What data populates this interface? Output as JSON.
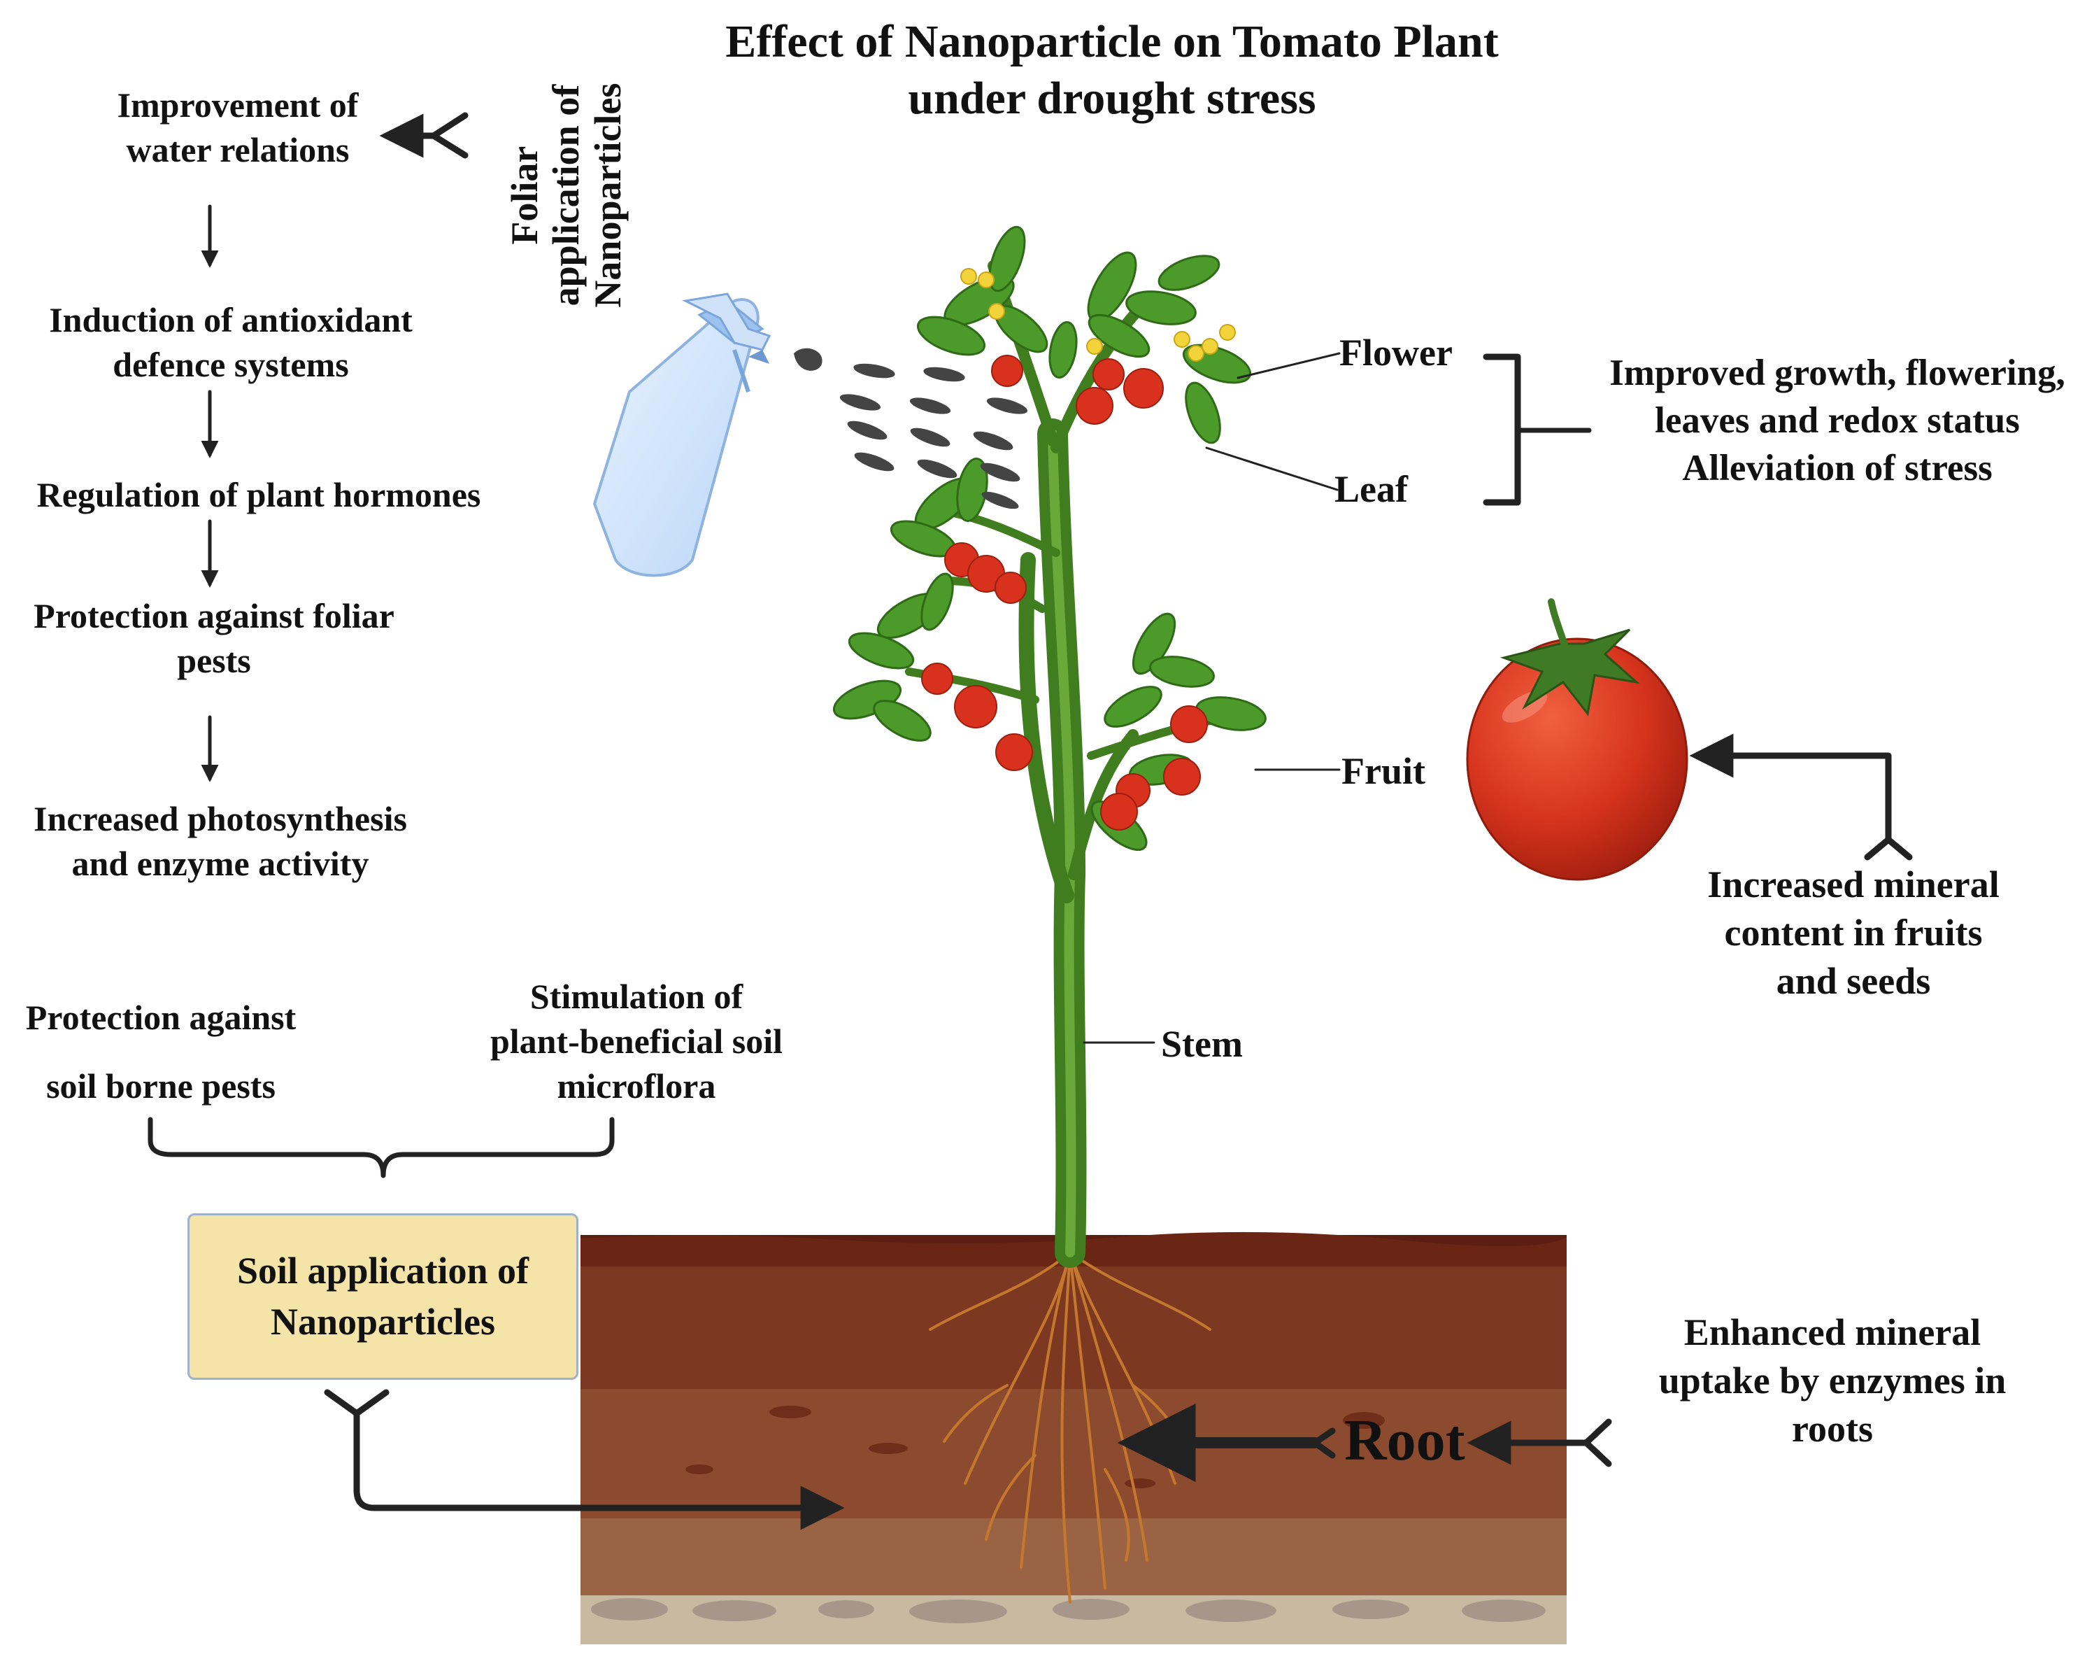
{
  "title": {
    "line1": "Effect of Nanoparticle on Tomato Plant",
    "line2": "under drought stress"
  },
  "foliar_label": {
    "line1": "Foliar",
    "line2": "application of",
    "line3": "Nanoparticles"
  },
  "foliar_chain": [
    {
      "line1": "Improvement of",
      "line2": "water relations"
    },
    {
      "line1": "Induction of antioxidant",
      "line2": "defence systems"
    },
    {
      "line1": "Regulation of plant hormones",
      "line2": ""
    },
    {
      "line1": "Protection against foliar",
      "line2": "pests"
    },
    {
      "line1": "Increased photosynthesis",
      "line2": "and enzyme activity"
    }
  ],
  "soil": {
    "pests": {
      "line1": "Protection against",
      "line2": "soil borne pests"
    },
    "microflora": {
      "line1": "Stimulation of",
      "line2": "plant-beneficial soil",
      "line3": "microflora"
    },
    "box": {
      "line1": "Soil application of",
      "line2": "Nanoparticles"
    }
  },
  "plant_labels": {
    "flower": "Flower",
    "leaf": "Leaf",
    "fruit": "Fruit",
    "stem": "Stem",
    "root": "Root"
  },
  "effects": {
    "growth": {
      "line1": "Improved growth, flowering,",
      "line2": "leaves and redox status",
      "line3": "Alleviation of stress"
    },
    "mineral_fruit": {
      "line1": "Increased mineral",
      "line2": "content in fruits",
      "line3": "and seeds"
    },
    "mineral_root": {
      "line1": "Enhanced mineral",
      "line2": "uptake by enzymes in",
      "line3": "roots"
    }
  },
  "colors": {
    "box_fill": "#f5e4a8",
    "arrow": "#222222",
    "stem": "#3f7d1e",
    "fruit": "#d8321e",
    "soil_top": "#5a1f10",
    "soil_mid": "#7a3f26"
  }
}
